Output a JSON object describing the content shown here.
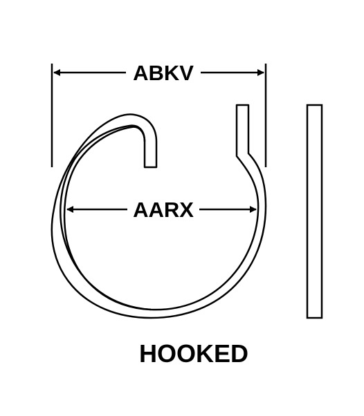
{
  "diagram": {
    "dimension_outer_label": "ABKV",
    "dimension_inner_label": "AARX",
    "caption": "HOOKED",
    "colors": {
      "ink": "#000000",
      "background": "#ffffff"
    }
  }
}
